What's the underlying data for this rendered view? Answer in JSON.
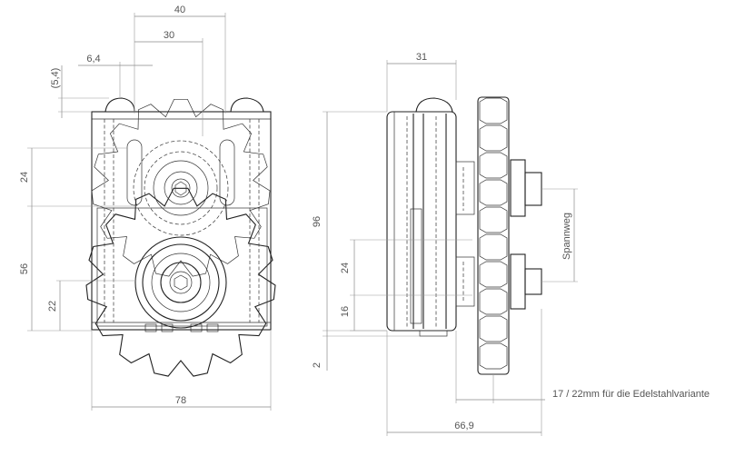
{
  "drawing": {
    "dimensions": {
      "w40": "40",
      "w30": "30",
      "w6_4": "6,4",
      "h5_4": "(5,4)",
      "h24_left": "24",
      "h56": "56",
      "h22": "22",
      "w78": "78",
      "w31": "31",
      "h96": "96",
      "h24_right": "24",
      "h16": "16",
      "h2": "2",
      "spannweg": "Spannweg",
      "note_edelstahl": "17 / 22mm für die Edelstahlvariante",
      "w66_9": "66,9"
    }
  }
}
